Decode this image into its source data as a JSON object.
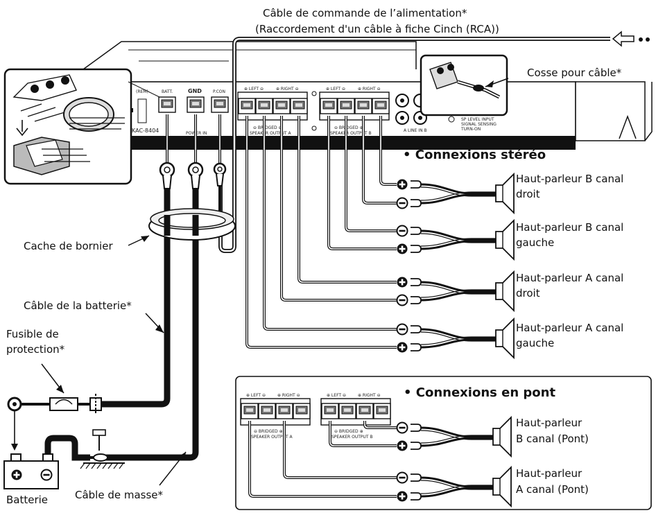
{
  "labels": {
    "power_cable_line1": "Câble de commande de l’alimentation*",
    "power_cable_line2": "(Raccordement d'un câble à fiche Cinch (RCA))",
    "cable_lug": "Cosse pour câble*",
    "terminal_cover": "Cache de bornier",
    "battery_cable": "Câble de la batterie*",
    "fuse_line1": "Fusible de",
    "fuse_line2": "protection*",
    "battery": "Batterie",
    "ground_cable": "Câble de masse*"
  },
  "stereo": {
    "heading": "• Connexions stéréo",
    "speakers": [
      {
        "line1": "Haut-parleur B canal",
        "line2": "droit"
      },
      {
        "line1": "Haut-parleur B canal",
        "line2": "gauche"
      },
      {
        "line1": "Haut-parleur A canal",
        "line2": "droit"
      },
      {
        "line1": "Haut-parleur A canal",
        "line2": "gauche"
      }
    ]
  },
  "bridge": {
    "heading": "• Connexions en pont",
    "speakers": [
      {
        "line1": "Haut-parleur",
        "line2": "B canal  (Pont)"
      },
      {
        "line1": "Haut-parleur",
        "line2": "A canal  (Pont)"
      }
    ]
  },
  "amp_markings": {
    "model": "KAC-8404",
    "batt": "BATT.",
    "gnd": "GND",
    "rem": "P.CON",
    "power_in": "POWER IN",
    "left": "⊕ LEFT ⊖",
    "right": "⊕ RIGHT ⊖",
    "bridged": "⊖ BRIDGED ⊕",
    "speaker_output_a": "SPEAKER OUTPUT A",
    "speaker_output_b": "SPEAKER OUTPUT B",
    "line_in": "A LINE IN B",
    "sp_level": "SP LEVEL INPUT",
    "signal_sensing": "SIGNAL SENSING",
    "turn_on": "TURN-ON"
  }
}
